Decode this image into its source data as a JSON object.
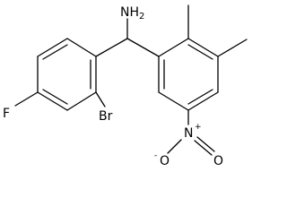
{
  "molecule": {
    "atoms": {
      "amine": {
        "symbol": "NH",
        "subscript": "2"
      },
      "fluorine": {
        "symbol": "F"
      },
      "bromine": {
        "symbol": "Br"
      },
      "nitro_nitrogen": {
        "symbol": "N",
        "charge": "+"
      },
      "nitro_oxygen_double": {
        "symbol": "O"
      },
      "nitro_oxygen_single": {
        "symbol": "O",
        "charge": "-"
      }
    }
  }
}
